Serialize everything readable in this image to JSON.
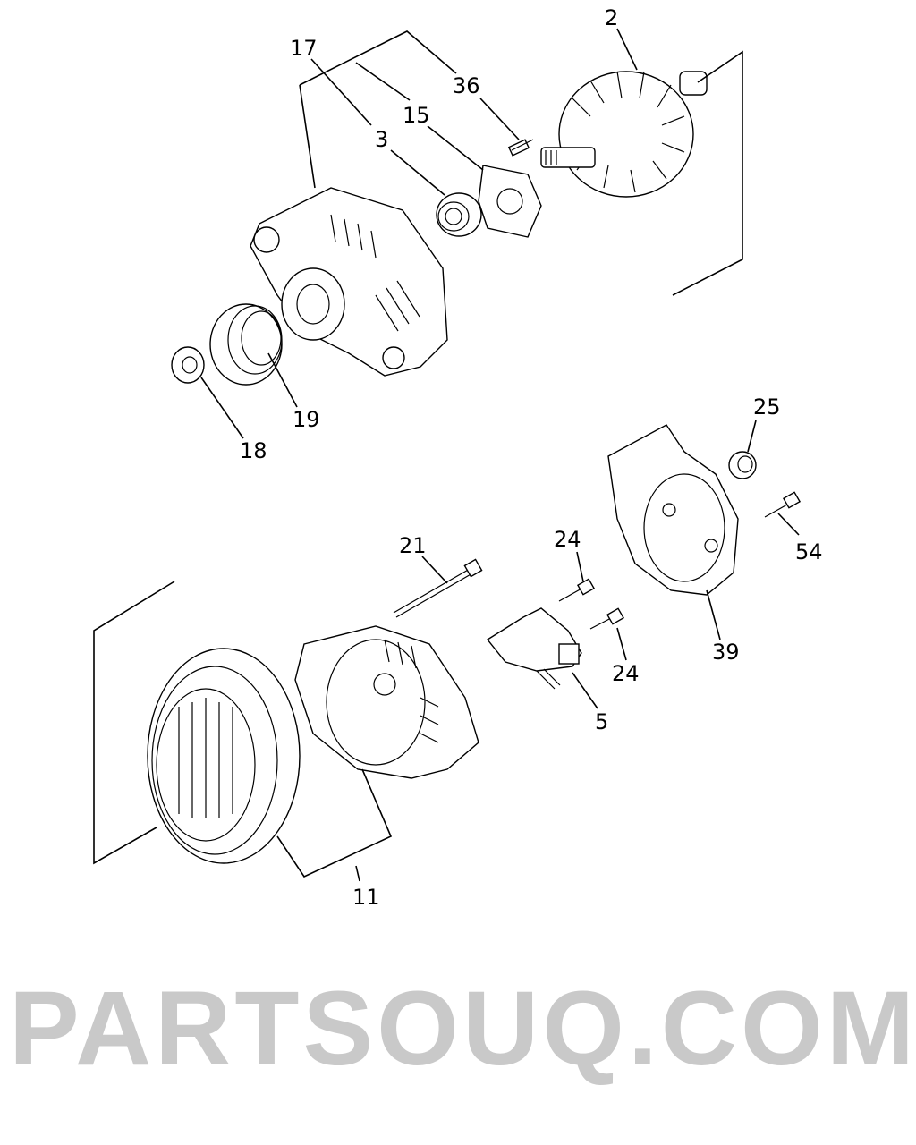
{
  "watermark": "PARTSOUQ.COM",
  "callouts": [
    {
      "id": "17",
      "label": "17"
    },
    {
      "id": "2",
      "label": "2"
    },
    {
      "id": "36",
      "label": "36"
    },
    {
      "id": "15",
      "label": "15"
    },
    {
      "id": "3",
      "label": "3"
    },
    {
      "id": "19",
      "label": "19"
    },
    {
      "id": "18",
      "label": "18"
    },
    {
      "id": "25",
      "label": "25"
    },
    {
      "id": "21",
      "label": "21"
    },
    {
      "id": "24a",
      "label": "24"
    },
    {
      "id": "54",
      "label": "54"
    },
    {
      "id": "24b",
      "label": "24"
    },
    {
      "id": "39",
      "label": "39"
    },
    {
      "id": "5",
      "label": "5"
    },
    {
      "id": "11",
      "label": "11"
    }
  ]
}
